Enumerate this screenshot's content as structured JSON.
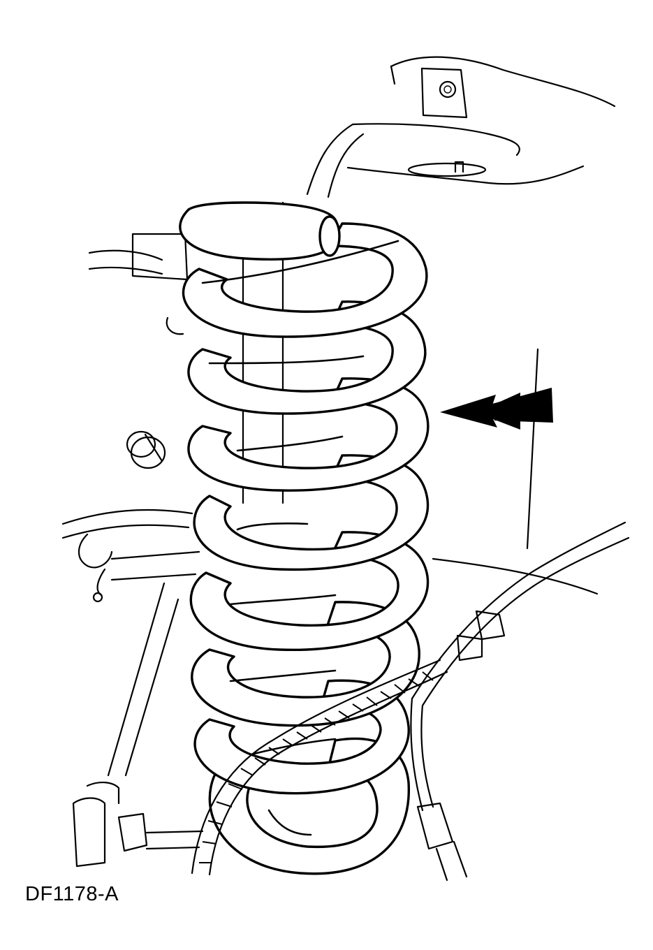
{
  "figure": {
    "code": "DF1178-A",
    "subject": "coil-spring",
    "indicator": "double-arrow-pointing-left"
  },
  "colors": {
    "line": "#000000",
    "background": "#ffffff"
  }
}
